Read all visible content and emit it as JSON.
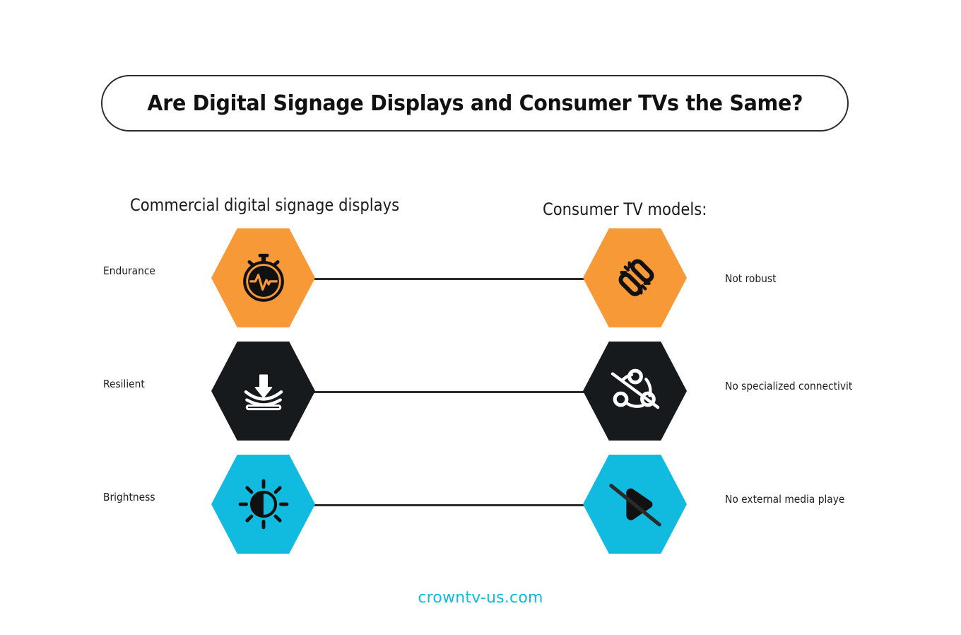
{
  "title": "Are Digital Signage Displays and Consumer TVs the Same?",
  "headers": {
    "left": "Commercial digital signage displays",
    "right": "Consumer TV models:"
  },
  "colors": {
    "orange": "#F89938",
    "dark": "#161A1D",
    "cyan": "#11BBE0",
    "line": "#2B2B2B",
    "text": "#1D1D1D",
    "footer_link": "#11BBE0"
  },
  "rows": [
    {
      "label": "Endurance",
      "description": "Not robust",
      "left_color": "#F89938",
      "right_color": "#F89938",
      "left_icon": "stopwatch-pulse-icon",
      "right_icon": "broken-chain-icon",
      "left_icon_color": "#111111",
      "right_icon_color": "#111111"
    },
    {
      "label": "Resilient",
      "description": "No specialized connectivit",
      "left_color": "#161A1D",
      "right_color": "#161A1D",
      "left_icon": "shock-absorption-icon",
      "right_icon": "network-nodes-disabled-icon",
      "left_icon_color": "#FFFFFF",
      "right_icon_color": "#FFFFFF"
    },
    {
      "label": "Brightness",
      "description": "No external media playe",
      "left_color": "#11BBE0",
      "right_color": "#11BBE0",
      "left_icon": "brightness-contrast-icon",
      "right_icon": "media-play-disabled-icon",
      "left_icon_color": "#111111",
      "right_icon_color": "#111111"
    }
  ],
  "footer": {
    "link": "crowntv-us.com"
  }
}
